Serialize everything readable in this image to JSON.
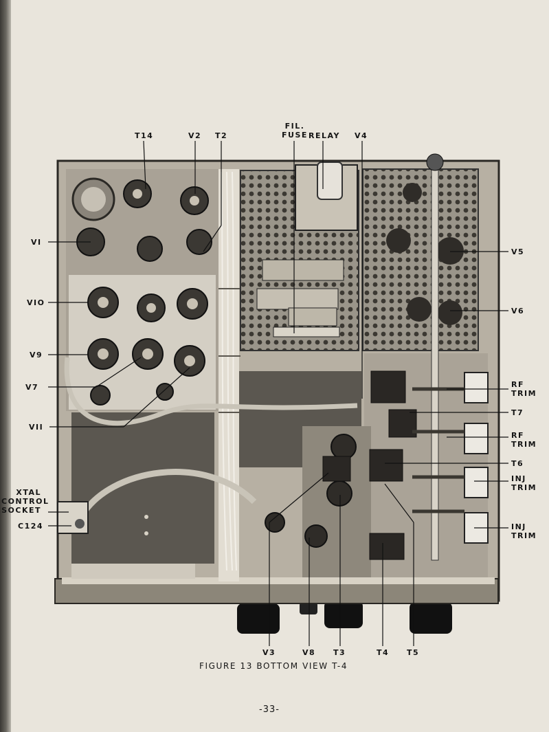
{
  "colors": {
    "paper": "#e9e5dc",
    "ink": "#151515",
    "chassis": "#b7b0a3",
    "panel_dark": "#5b5750",
    "perforated": "#8f8a80"
  },
  "labels": {
    "t14": "T14",
    "v2": "V2",
    "t2": "T2",
    "fil_fuse_1": "FIL.",
    "fil_fuse_2": "FUSE",
    "relay": "RELAY",
    "v4": "V4",
    "v1": "VI",
    "v10": "VIO",
    "v9": "V9",
    "v7": "V7",
    "v11": "VII",
    "xtal_1": "XTAL",
    "xtal_2": "CONTROL",
    "xtal_3": "SOCKET",
    "c124": "C124",
    "v5": "V5",
    "v6": "V6",
    "rf_trim_a_1": "RF",
    "rf_trim_a_2": "TRIM",
    "t7": "T7",
    "rf_trim_b_1": "RF",
    "rf_trim_b_2": "TRIM",
    "t6": "T6",
    "inj_trim_a_1": "INJ",
    "inj_trim_a_2": "TRIM",
    "inj_trim_b_1": "INJ",
    "inj_trim_b_2": "TRIM",
    "v3": "V3",
    "v8": "V8",
    "t3": "T3",
    "t4": "T4",
    "t5": "T5"
  },
  "caption": "FIGURE 13  BOTTOM  VIEW   T-4",
  "page_number": "-33-"
}
